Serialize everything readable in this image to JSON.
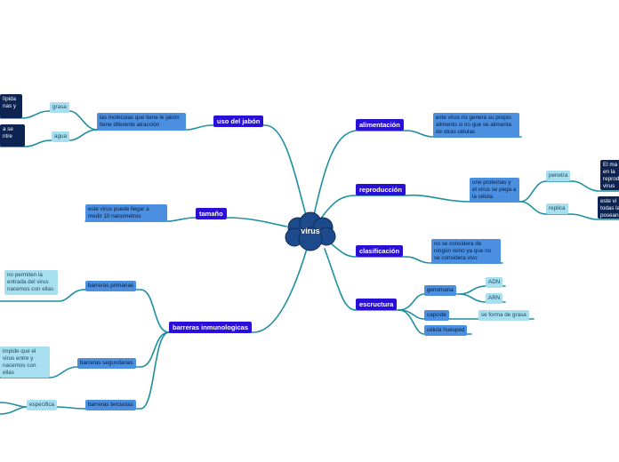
{
  "center": "virus",
  "colors": {
    "line": "#1d8fa0",
    "main": "#2a10d6",
    "sub": "#4a8fe0",
    "leaf": "#a7dff0",
    "dark": "#0d2352",
    "cloud": "#1d4a8a"
  },
  "right": {
    "alimentacion": {
      "label": "alimentación",
      "detail": "este virus no genera su propio alimento si no que se alimenta de otras células"
    },
    "reproduccion": {
      "label": "reproducción",
      "detail": "une proteínas y el virus se pega a la célula",
      "penetra": "penetra",
      "penetra_detail": "El ma en la reprod virus",
      "replica": "replica",
      "replica_detail": "este vi todas la posean"
    },
    "clasificacion": {
      "label": "clasificación",
      "detail": "no se considera de ningún reino ya que no se considera vivo"
    },
    "escructura": {
      "label": "escructura",
      "genomana": "genomana",
      "adn": "ADN",
      "arn": "ARN",
      "capcide": "capcide",
      "capcide_detail": "se forma de grasa",
      "celula": "célula huésped"
    }
  },
  "left": {
    "jabon": {
      "label": "uso del jabón",
      "detail": "las moléculas que tiene le jabón tiene diferente atracción",
      "grasa": "grasa",
      "grasa_detail": "lípida nas y",
      "agua": "agua",
      "agua_detail": "a se ntre"
    },
    "tamano": {
      "label": "tamaño",
      "detail": "este virus puede llegar a medir 10 nanometros"
    },
    "barreras": {
      "label": "barreras inmunologicas",
      "primarias": "barreras primarias",
      "primarias_detail": "no permiten la entrada del virus nacemos con ellas",
      "segundarias": "barreras segundarias",
      "segundarias_detail": "impide que el virus entre y nacemos con ellas",
      "terciarias": "barreras terciarias",
      "especifica": "especifica"
    }
  }
}
